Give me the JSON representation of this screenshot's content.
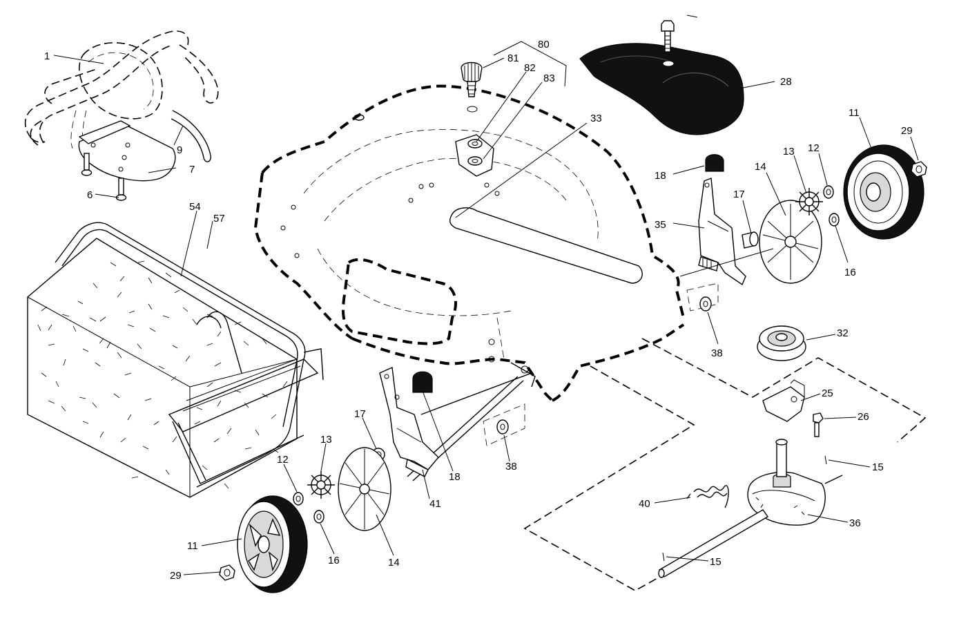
{
  "callouts": [
    {
      "id": "c1",
      "text": "1"
    },
    {
      "id": "c9",
      "text": "9"
    },
    {
      "id": "c7",
      "text": "7"
    },
    {
      "id": "c6",
      "text": "6"
    },
    {
      "id": "c54",
      "text": "54"
    },
    {
      "id": "c57",
      "text": "57"
    },
    {
      "id": "c80",
      "text": "80"
    },
    {
      "id": "c81",
      "text": "81"
    },
    {
      "id": "c82",
      "text": "82"
    },
    {
      "id": "c83",
      "text": "83"
    },
    {
      "id": "c33",
      "text": "33"
    },
    {
      "id": "c28",
      "text": "28"
    },
    {
      "id": "c18a",
      "text": "18"
    },
    {
      "id": "c17a",
      "text": "17"
    },
    {
      "id": "c14a",
      "text": "14"
    },
    {
      "id": "c13a",
      "text": "13"
    },
    {
      "id": "c12a",
      "text": "12"
    },
    {
      "id": "c11a",
      "text": "11"
    },
    {
      "id": "c29a",
      "text": "29"
    },
    {
      "id": "c35",
      "text": "35"
    },
    {
      "id": "c16a",
      "text": "16"
    },
    {
      "id": "c38a",
      "text": "38"
    },
    {
      "id": "c32",
      "text": "32"
    },
    {
      "id": "c25",
      "text": "25"
    },
    {
      "id": "c26",
      "text": "26"
    },
    {
      "id": "c15a",
      "text": "15"
    },
    {
      "id": "c36",
      "text": "36"
    },
    {
      "id": "c40",
      "text": "40"
    },
    {
      "id": "c15b",
      "text": "15"
    },
    {
      "id": "c17b",
      "text": "17"
    },
    {
      "id": "c13b",
      "text": "13"
    },
    {
      "id": "c12b",
      "text": "12"
    },
    {
      "id": "c18b",
      "text": "18"
    },
    {
      "id": "c41",
      "text": "41"
    },
    {
      "id": "c38b",
      "text": "38"
    },
    {
      "id": "c11b",
      "text": "11"
    },
    {
      "id": "c16b",
      "text": "16"
    },
    {
      "id": "c14b",
      "text": "14"
    },
    {
      "id": "c29b",
      "text": "29"
    }
  ]
}
